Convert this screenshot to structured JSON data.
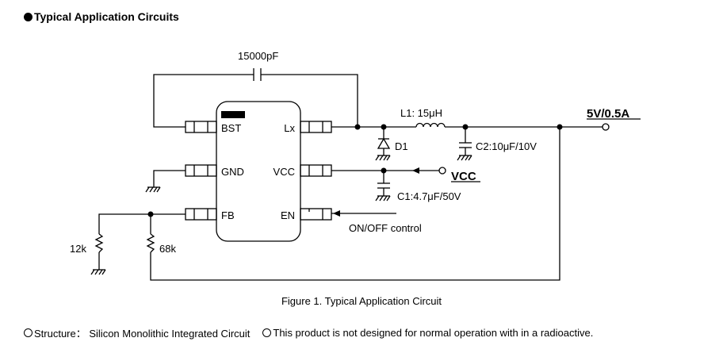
{
  "heading": "Typical Application Circuits",
  "components": {
    "boot_cap": "15000pF",
    "inductor": "L1: 15μH",
    "diode": "D1",
    "output_cap": "C2:10μF/10V",
    "input_cap": "C1:4.7μF/50V",
    "r_low": "12k",
    "r_high": "68k"
  },
  "pins": {
    "bst": "BST",
    "gnd": "GND",
    "fb": "FB",
    "lx": "Lx",
    "vcc": "VCC",
    "en": "EN"
  },
  "terminals": {
    "output": "5V/0.5A",
    "vcc": "VCC",
    "enable": "ON/OFF control"
  },
  "caption": "Figure 1. Typical Application Circuit",
  "notes": [
    "Structure： Silicon Monolithic Integrated Circuit",
    "This product is not designed for normal operation with in a radioactive."
  ]
}
